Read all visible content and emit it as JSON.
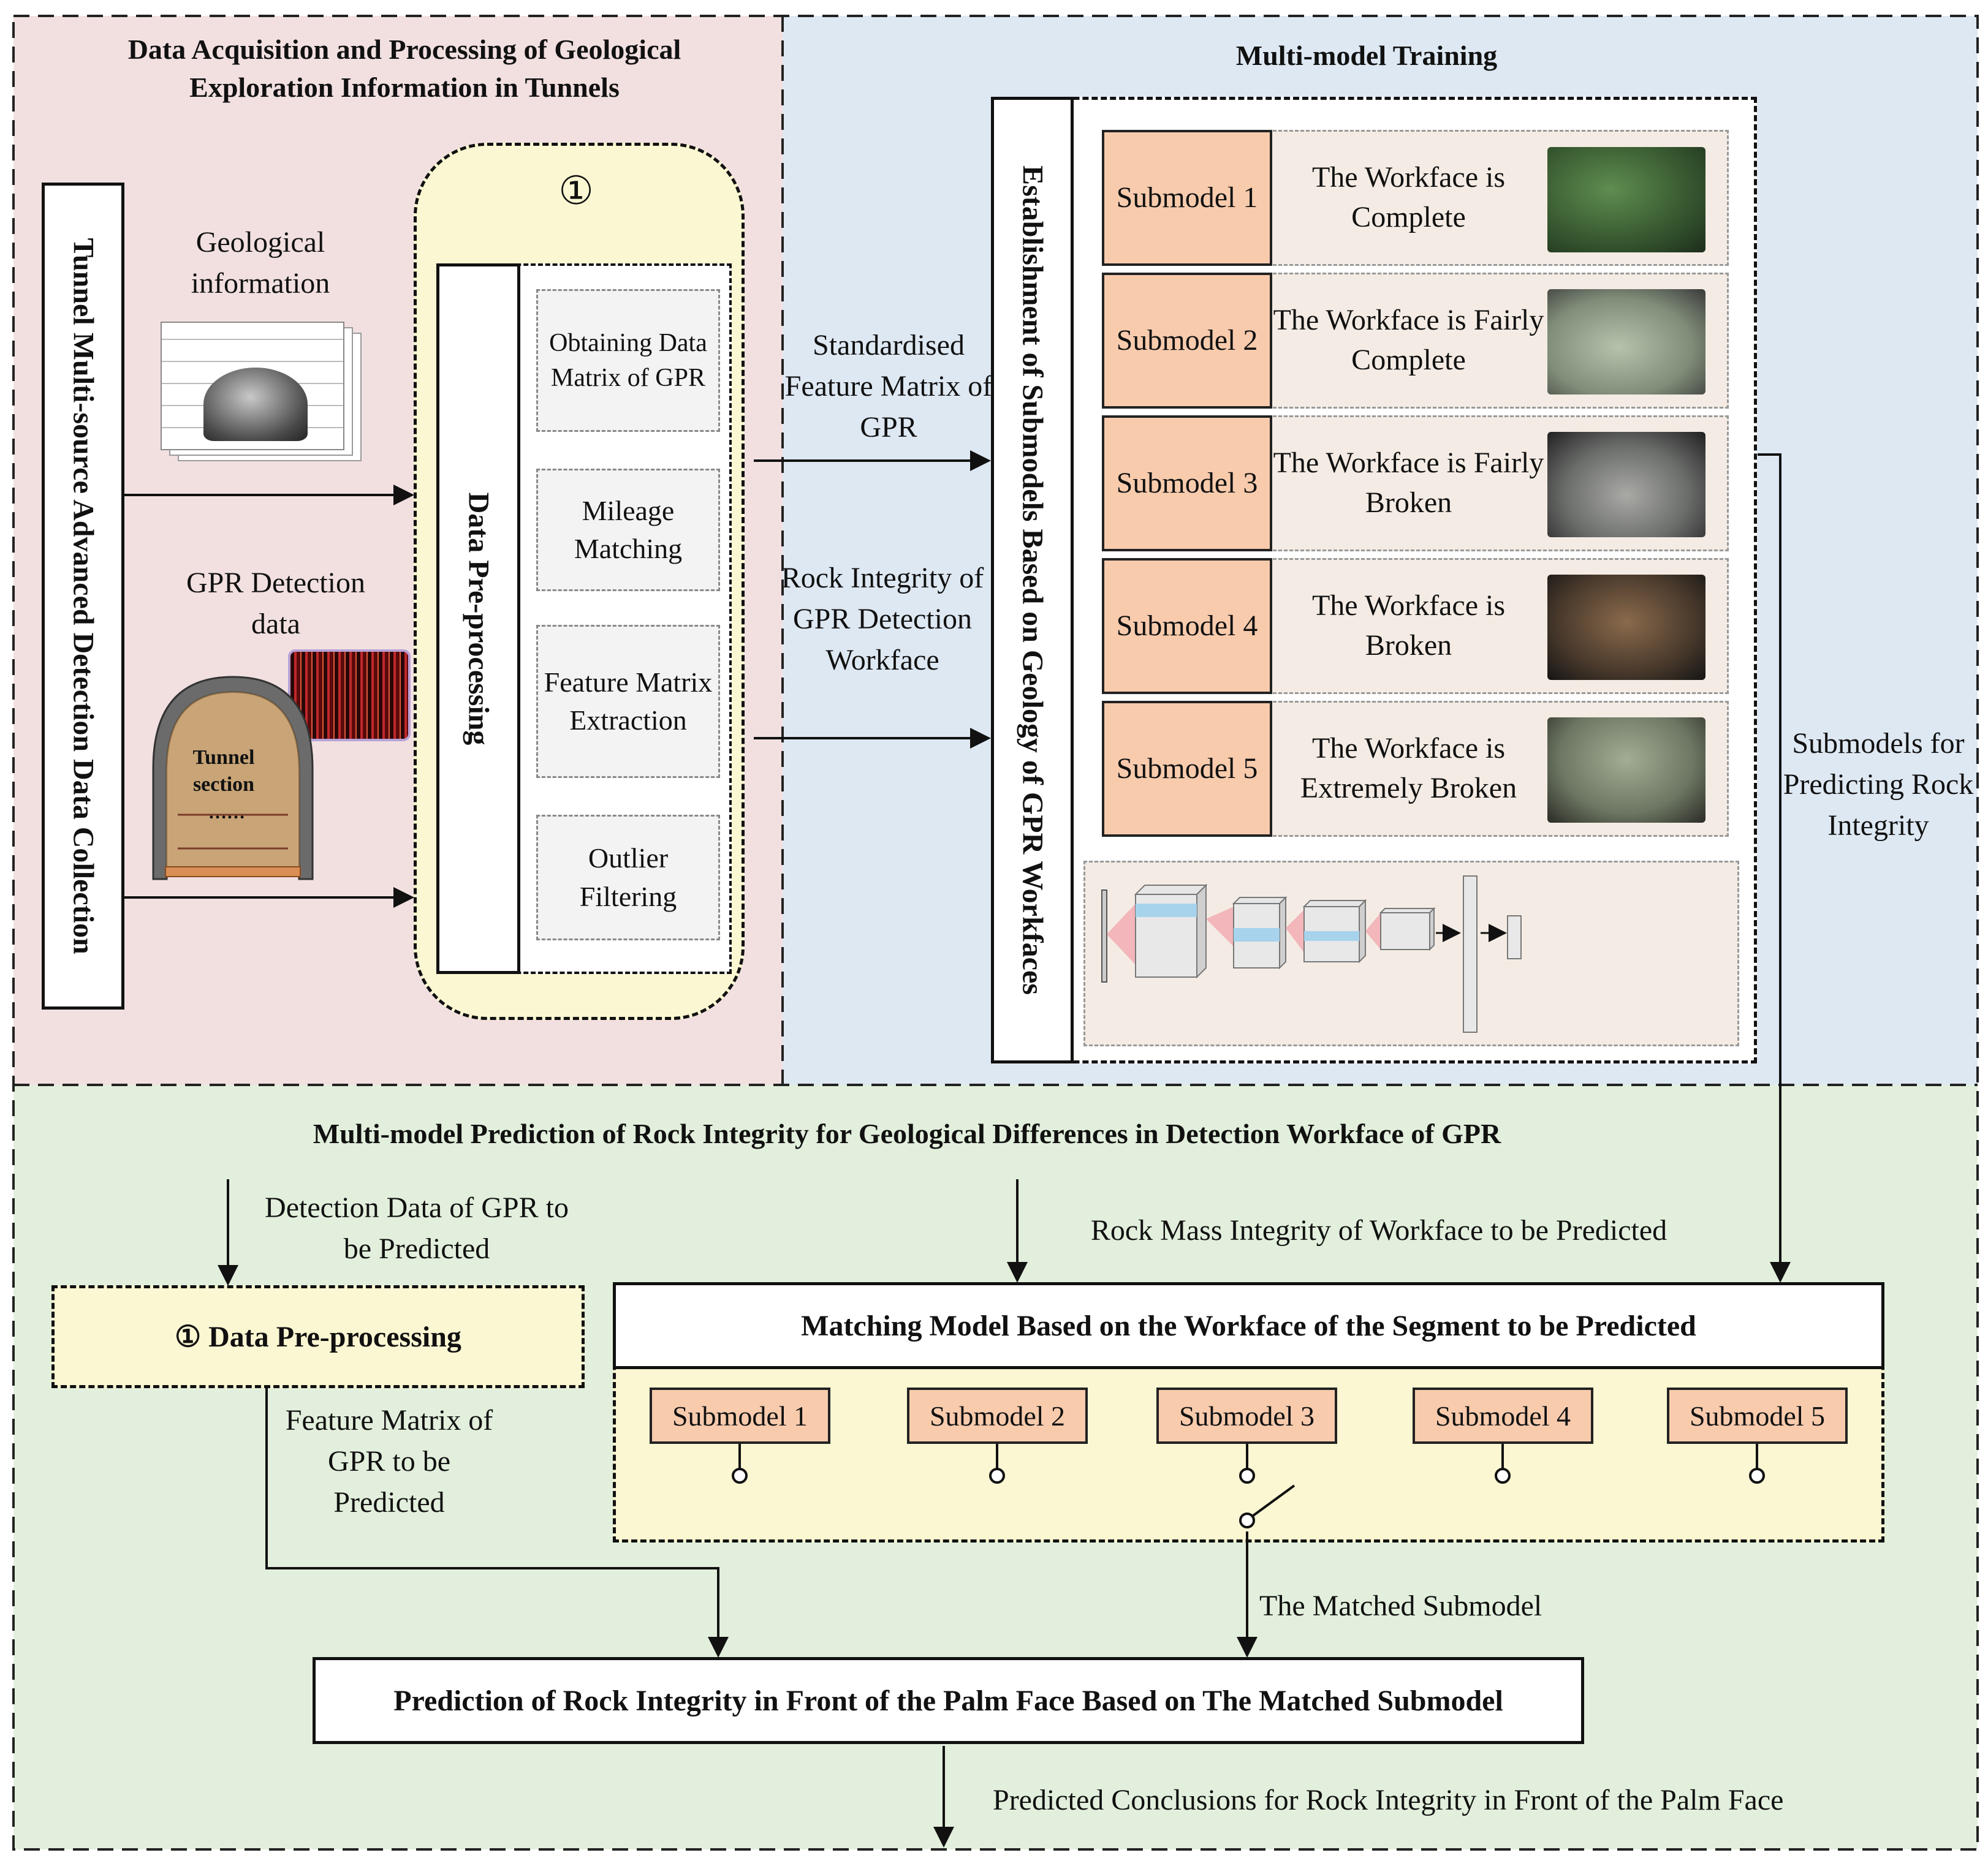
{
  "sections": {
    "acquisition_title": "Data Acquisition and Processing of Geological Exploration Information in Tunnels",
    "training_title": "Multi-model Training",
    "prediction_title": "Multi-model Prediction of Rock Integrity for Geological Differences in Detection Workface of GPR"
  },
  "acquisition": {
    "collection_label": "Tunnel Multi-source Advanced Detection Data Collection",
    "geo_info_label": "Geological information",
    "gpr_data_label": "GPR Detection data",
    "tunnel_section_label": "Tunnel section",
    "tunnel_dots": "……",
    "preprocess_number": "①",
    "preprocess_label": "Data Pre-processing",
    "steps": [
      "Obtaining Data Matrix of GPR",
      "Mileage Matching",
      "Feature Matrix Extraction",
      "Outlier Filtering"
    ],
    "arrow_label_feature": "Standardised Feature Matrix of GPR",
    "arrow_label_integrity": "Rock Integrity of GPR Detection Workface"
  },
  "training": {
    "establishment_label": "Establishment of Submodels Based on Geology of GPR Workfaces",
    "submodels": [
      {
        "name": "Submodel 1",
        "desc": "The Workface is Complete",
        "thumb": "#3f6b3c"
      },
      {
        "name": "Submodel 2",
        "desc": "The Workface is Fairly Complete",
        "thumb": "#8c9a86"
      },
      {
        "name": "Submodel 3",
        "desc": "The Workface is Fairly Broken",
        "thumb": "#6f7272"
      },
      {
        "name": "Submodel 4",
        "desc": "The Workface is Broken",
        "thumb": "#5a4535"
      },
      {
        "name": "Submodel 5",
        "desc": "The Workface is Extremely Broken",
        "thumb": "#7f8a73"
      }
    ],
    "side_label": "Submodels for Predicting Rock Integrity"
  },
  "prediction": {
    "detection_label": "Detection Data of GPR to be Predicted",
    "preprocess_box": "① Data Pre-processing",
    "feature_label": "Feature Matrix of GPR to be Predicted",
    "rock_mass_label": "Rock Mass Integrity of  Workface to be Predicted",
    "matching_title": "Matching Model Based on the Workface of the Segment to be Predicted",
    "chips": [
      "Submodel 1",
      "Submodel 2",
      "Submodel 3",
      "Submodel 4",
      "Submodel 5"
    ],
    "matched_label": "The Matched Submodel",
    "result_box": "Prediction of Rock Integrity in Front of the Palm Face Based on The Matched Submodel",
    "conclusion_label": "Predicted Conclusions for Rock Integrity in Front of the Palm Face"
  },
  "colors": {
    "acquisition_bg": "#f2e0e0",
    "training_bg": "#dee8f3",
    "prediction_bg": "#e2efdc",
    "preprocess_bg": "#fbf7d2",
    "submodel_fill": "#f8cbad"
  }
}
